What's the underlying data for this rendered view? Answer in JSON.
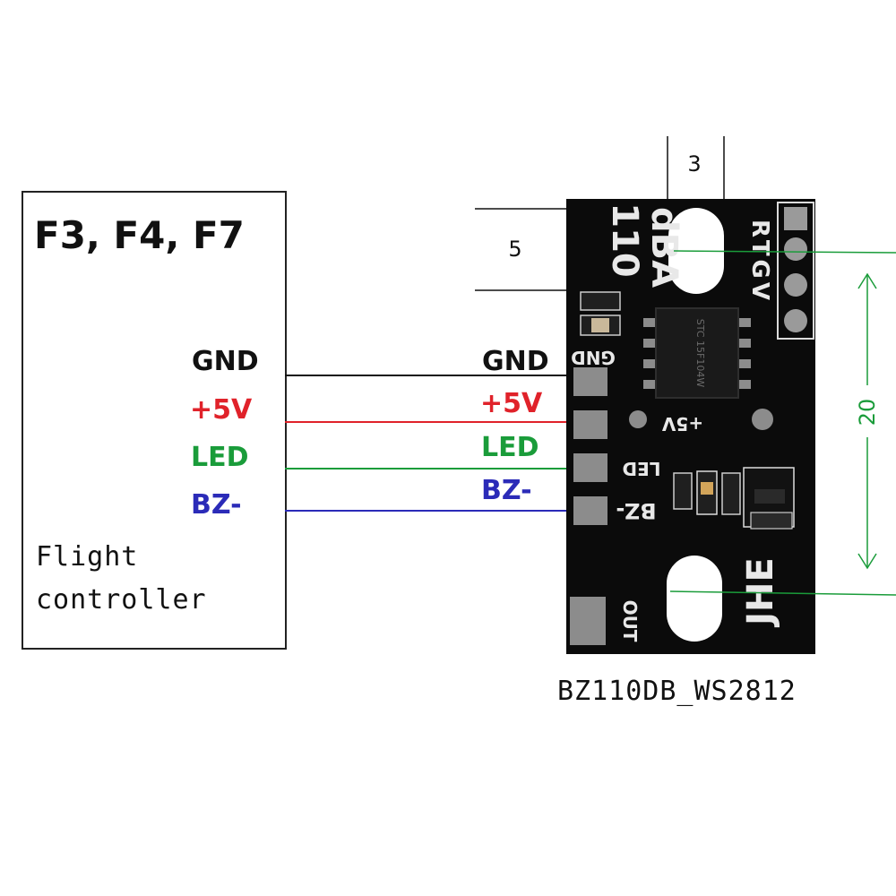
{
  "flight_controller": {
    "title": "F3, F4, F7",
    "name_line1": "Flight",
    "name_line2": "controller",
    "pins": {
      "gnd": "GND",
      "v5": "+5V",
      "led": "LED",
      "bz": "BZ-"
    }
  },
  "module_pins": {
    "gnd": "GND",
    "v5": "+5V",
    "led": "LED",
    "bz": "BZ-"
  },
  "pcb": {
    "caption": "BZ110DB_WS2812",
    "silk_110": "110",
    "silk_dba": "dBA",
    "silk_gnd": "GND",
    "silk_5v": "+5V",
    "silk_led": "LED",
    "silk_bz": "BZ-",
    "silk_out": "OUT",
    "silk_jhe": "JHE",
    "silk_rtgv": "RTGV",
    "chip_marking": "STC 15F104W"
  },
  "dimensions": {
    "hole_spacing": "20",
    "hole_width": "3",
    "slot_length": "5"
  },
  "colors": {
    "gnd_wire": "#111111",
    "v5_wire": "#e0222a",
    "led_wire": "#1a9c3a",
    "bz_wire": "#2b2bb8",
    "dim_line": "#1a9c3a",
    "pcb": "#0b0b0b"
  }
}
